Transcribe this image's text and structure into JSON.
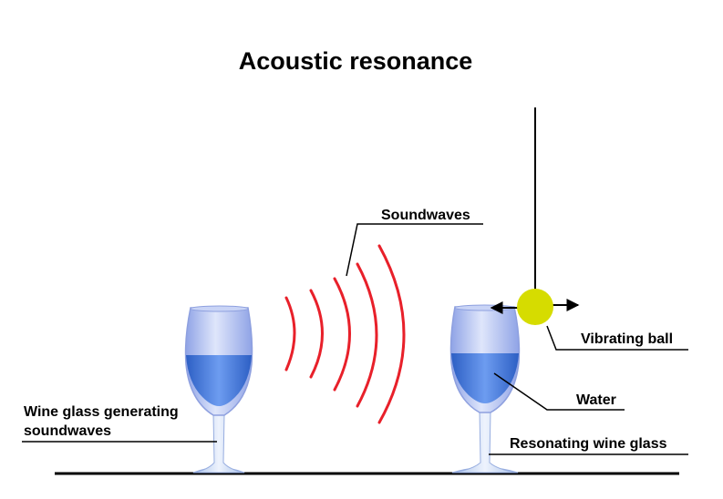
{
  "title": "Acoustic resonance",
  "labels": {
    "soundwaves": "Soundwaves",
    "vibrating_ball": "Vibrating ball",
    "water": "Water",
    "resonating_glass": "Resonating wine glass",
    "generating_glass_line1": "Wine glass generating",
    "generating_glass_line2": "soundwaves"
  },
  "colors": {
    "soundwave": "#e8202a",
    "ball": "#d6dc00",
    "water": "#3f78d8",
    "glass": "#b9c6ef",
    "line": "#000000"
  }
}
